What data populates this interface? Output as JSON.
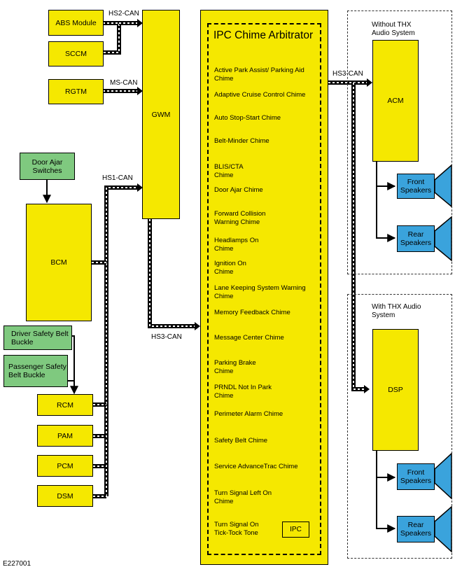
{
  "figure_id": "E227001",
  "buses": {
    "hs2": "HS2-CAN",
    "ms": "MS-CAN",
    "hs1": "HS1-CAN",
    "hs3_left": "HS3-CAN",
    "hs3_right": "HS3-CAN"
  },
  "modules": {
    "abs": "ABS Module",
    "sccm": "SCCM",
    "rgtm": "RGTM",
    "gwm": "GWM",
    "door_ajar": "Door Ajar Switches",
    "bcm": "BCM",
    "driver_buckle": "Driver Safety Belt Buckle",
    "passenger_buckle": "Passenger Safety Belt Buckle",
    "rcm": "RCM",
    "pam": "PAM",
    "pcm": "PCM",
    "dsm": "DSM",
    "acm": "ACM",
    "dsp": "DSP",
    "ipc": "IPC"
  },
  "arbitrator": {
    "title": "IPC Chime Arbitrator",
    "chimes": [
      "Active Park Assist/ Parking Aid Chime",
      "Adaptive Cruise Control Chime",
      "Auto Stop-Start Chime",
      "Belt-Minder Chime",
      "BLIS/CTA Chime",
      "Door Ajar Chime",
      "Forward Collision Warning Chime",
      "Headlamps On Chime",
      "Ignition On Chime",
      "Lane Keeping System Warning Chime",
      "Memory Feedback Chime",
      "Message Center Chime",
      "Parking Brake Chime",
      "PRNDL Not In Park Chime",
      "Perimeter Alarm Chime",
      "Safety Belt Chime",
      "Service AdvanceTrac Chime",
      "Turn Signal Left On Chime",
      "Turn Signal On Tick-Tock Tone"
    ]
  },
  "audio": {
    "without_thx": "Without THX Audio System",
    "with_thx": "With THX Audio System",
    "front_speakers": "Front Speakers",
    "rear_speakers": "Rear Speakers"
  }
}
